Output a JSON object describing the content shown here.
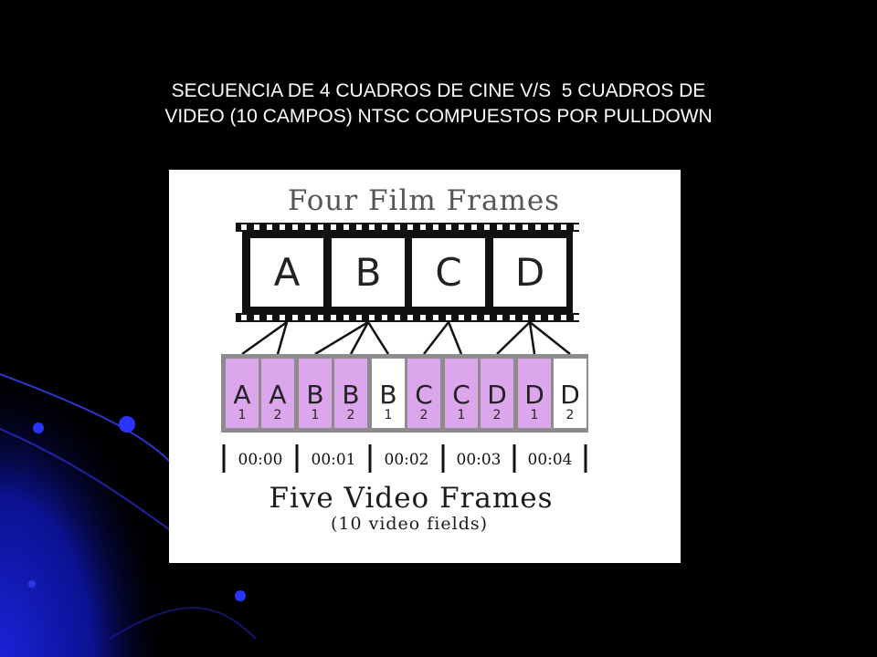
{
  "slide": {
    "title_line1": "SECUENCIA DE 4 CUADROS DE CINE V/S  5 CUADROS DE",
    "title_line2": "VIDEO (10 CAMPOS) NTSC COMPUESTOS POR PULLDOWN"
  },
  "colors": {
    "background": "#000000",
    "accent_blue": "#1a22d8",
    "field_lavender": "#dca6ec",
    "field_white": "#ffffff",
    "strip_gray": "#8c8c8c",
    "ink": "#1a1a1a"
  },
  "diagram": {
    "top_title": "Four Film Frames",
    "film_frames": [
      "A",
      "B",
      "C",
      "D"
    ],
    "fields": [
      {
        "letter": "A",
        "num": "1",
        "fill": "lavender"
      },
      {
        "letter": "A",
        "num": "2",
        "fill": "lavender"
      },
      {
        "letter": "B",
        "num": "1",
        "fill": "lavender"
      },
      {
        "letter": "B",
        "num": "2",
        "fill": "lavender"
      },
      {
        "letter": "B",
        "num": "1",
        "fill": "white"
      },
      {
        "letter": "C",
        "num": "2",
        "fill": "lavender"
      },
      {
        "letter": "C",
        "num": "1",
        "fill": "lavender"
      },
      {
        "letter": "D",
        "num": "2",
        "fill": "lavender"
      },
      {
        "letter": "D",
        "num": "1",
        "fill": "lavender"
      },
      {
        "letter": "D",
        "num": "2",
        "fill": "white"
      }
    ],
    "timecodes": [
      "00:00",
      "00:01",
      "00:02",
      "00:03",
      "00:04"
    ],
    "bottom_title": "Five Video Frames",
    "bottom_subtitle": "(10 video fields)"
  }
}
